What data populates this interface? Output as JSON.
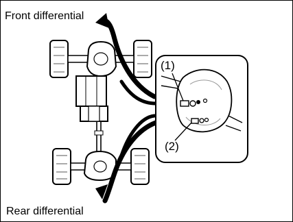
{
  "labels": {
    "front": "Front differential",
    "rear": "Rear differential"
  },
  "callouts": {
    "one": "(1)",
    "two": "(2)"
  },
  "colors": {
    "line": "#000000",
    "background": "#ffffff",
    "shading": "#bdbdbd"
  }
}
